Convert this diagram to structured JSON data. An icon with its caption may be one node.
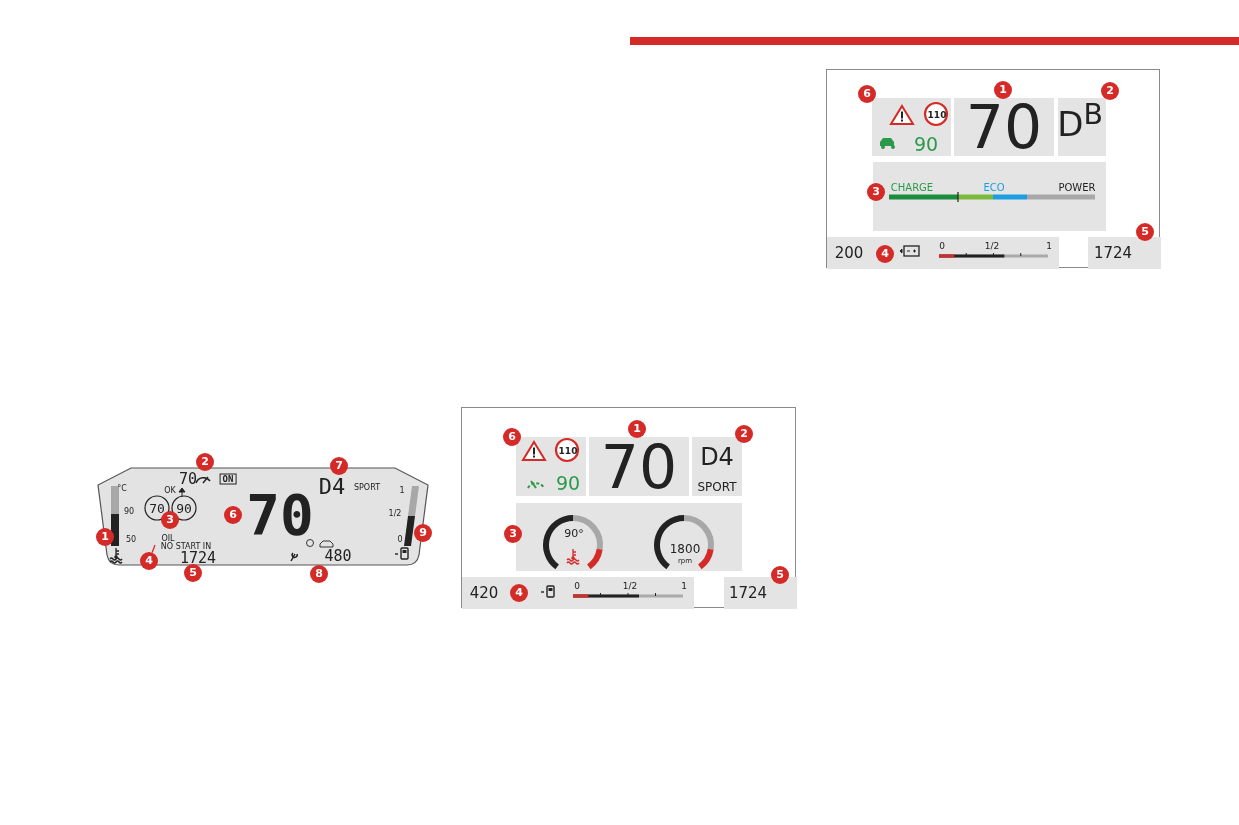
{
  "diagram": {
    "nodes": [
      {
        "text": [
          "°C",
          "OK",
          "70",
          "ON",
          "D4",
          "SPORT",
          "1",
          "90",
          "70",
          "90",
          "70",
          "1/2",
          "50",
          "OIL",
          "NO START IN",
          "0",
          "1724",
          "480"
        ]
      },
      {
        "text": [],
        "shape": "box"
      },
      {
        "text": [
          "110",
          "90"
        ],
        "in": 1
      },
      {
        "text": [
          "70"
        ],
        "in": 1
      },
      {
        "text": [
          "D4",
          "SPORT"
        ],
        "in": 1
      },
      {
        "text": [
          "90°",
          "1800",
          "rpm"
        ],
        "in": 1
      },
      {
        "text": [
          "420",
          "0",
          "1/2",
          "1"
        ],
        "in": 1
      },
      {
        "text": [
          "1724"
        ],
        "in": 1
      },
      {
        "text": [],
        "shape": "box"
      },
      {
        "text": [
          "110",
          "90"
        ],
        "in": 8
      },
      {
        "text": [
          "70"
        ],
        "in": 8
      },
      {
        "text": [
          "D$^{B}$"
        ],
        "in": 8
      },
      {
        "text": [
          "CHARGE",
          "ECO",
          "POWER"
        ],
        "in": 8
      },
      {
        "text": [
          "200",
          "0",
          "1/2",
          "1"
        ],
        "in": 8
      },
      {
        "text": [
          "1724"
        ],
        "in": 8
      },
      {
        "text": [
          "4"
        ]
      },
      {
        "text": [
          "6"
        ],
        "in": 8
      },
      {
        "text": [
          "1"
        ],
        "in": 8
      },
      {
        "text": [
          "2"
        ],
        "in": 8
      },
      {
        "text": [
          "3"
        ],
        "in": 8
      },
      {
        "text": [
          "5"
        ],
        "in": 8
      },
      {
        "text": [
          "4"
        ],
        "in": 13
      },
      {
        "text": [
          "2"
        ]
      },
      {
        "text": [
          "7"
        ]
      },
      {
        "text": [
          "1"
        ],
        "in": 0
      },
      {
        "text": [
          "3"
        ],
        "in": 0
      },
      {
        "text": [
          "6"
        ],
        "in": 0
      },
      {
        "text": [
          "9"
        ]
      },
      {
        "text": [
          "5"
        ]
      },
      {
        "text": [
          "8"
        ]
      },
      {
        "text": [
          "6"
        ],
        "in": 1
      },
      {
        "text": [
          "1"
        ],
        "in": 1
      },
      {
        "text": [
          "2"
        ],
        "in": 1
      },
      {
        "text": [
          "3"
        ],
        "in": 1
      },
      {
        "text": [
          "5"
        ],
        "in": 1
      },
      {
        "text": [
          "4"
        ],
        "in": 6
      }
    ],
    "edges": [
      {
        "from": 15,
        "to": 0,
        "arrow": "none"
      }
    ]
  }
}
